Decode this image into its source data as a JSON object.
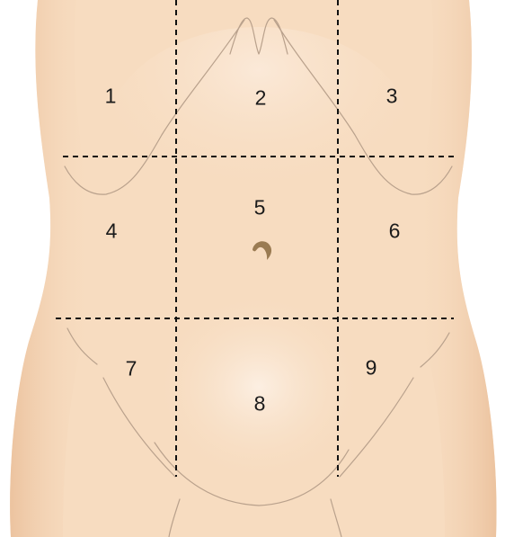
{
  "figure": {
    "regions": [
      {
        "label": "1"
      },
      {
        "label": "2"
      },
      {
        "label": "3"
      },
      {
        "label": "4"
      },
      {
        "label": "5"
      },
      {
        "label": "6"
      },
      {
        "label": "7"
      },
      {
        "label": "8"
      },
      {
        "label": "9"
      }
    ],
    "colors": {
      "skin": "#f7dcc0",
      "skin_highlight": "#fbe9d8",
      "skin_shadow": "#efc8a6",
      "contour": "#b9a18c",
      "guide_lines": "#111111",
      "navel": "#9a7b52",
      "labels": "#1b1b1b",
      "background": "#ffffff"
    }
  }
}
